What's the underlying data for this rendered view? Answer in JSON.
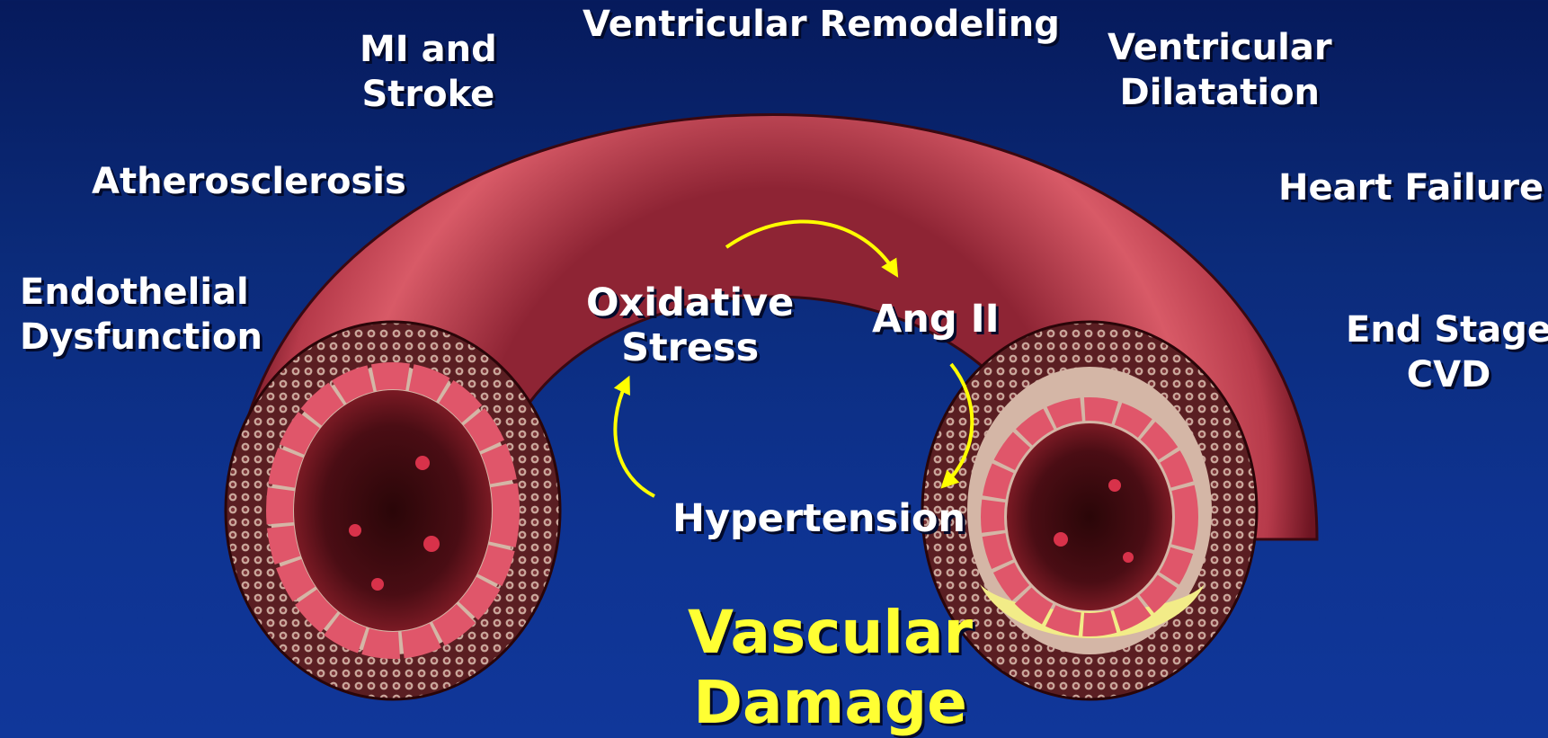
{
  "outcomes": {
    "endothelial_dysfunction": [
      "Endothelial",
      "Dysfunction"
    ],
    "atherosclerosis": "Atherosclerosis",
    "mi_and_stroke": [
      "MI and",
      "Stroke"
    ],
    "ventricular_remodeling": "Ventricular Remodeling",
    "ventricular_dilatation": [
      "Ventricular",
      "Dilatation"
    ],
    "heart_failure": "Heart Failure",
    "end_stage_cvd": [
      "End Stage",
      "CVD"
    ]
  },
  "cycle": {
    "oxidative_stress": [
      "Oxidative",
      "Stress"
    ],
    "ang_ii": "Ang II",
    "hypertension": "Hypertension"
  },
  "title": [
    "Vascular",
    "Damage"
  ],
  "colors": {
    "label_text": "#ffffff",
    "title_text": "#ffff33",
    "cycle_arrows": "#ffff00",
    "vessel_wall": "#c84a58",
    "plaque": "#f2ec88"
  }
}
